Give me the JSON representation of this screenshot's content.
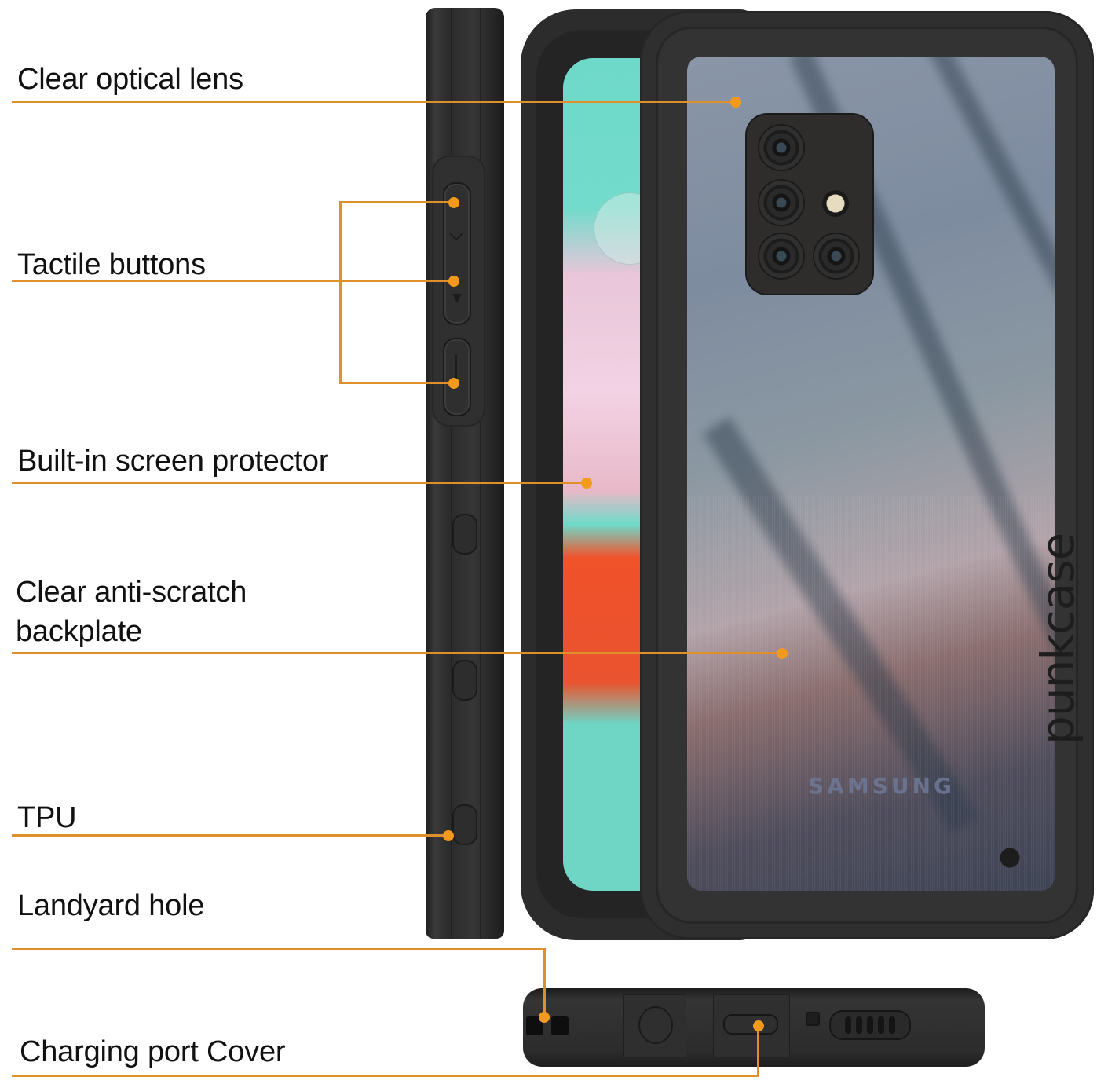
{
  "brand": {
    "case_brand": "punkcase",
    "phone_brand": "SAMSUNG"
  },
  "colors": {
    "callout_line": "#e0902a",
    "callout_dot": "#f39a1e",
    "case_body": "#2e2e2e",
    "screen_accent": "#6fd9c9",
    "background": "#ffffff"
  },
  "callouts": [
    {
      "id": "clear-optical-lens",
      "label": "Clear optical lens"
    },
    {
      "id": "tactile-buttons",
      "label": "Tactile buttons"
    },
    {
      "id": "built-in-screen-protector",
      "label": "Built-in screen protector"
    },
    {
      "id": "clear-anti-scratch-backplate",
      "label_line1": "Clear anti-scratch",
      "label_line2": "backplate"
    },
    {
      "id": "tpu",
      "label": "TPU"
    },
    {
      "id": "landyard-hole",
      "label": "Landyard hole"
    },
    {
      "id": "charging-port-cover",
      "label": "Charging port Cover"
    }
  ],
  "views": {
    "side_profile": "side-view",
    "front_view": "front-view",
    "back_view": "back-view",
    "bottom_view": "bottom-view"
  }
}
